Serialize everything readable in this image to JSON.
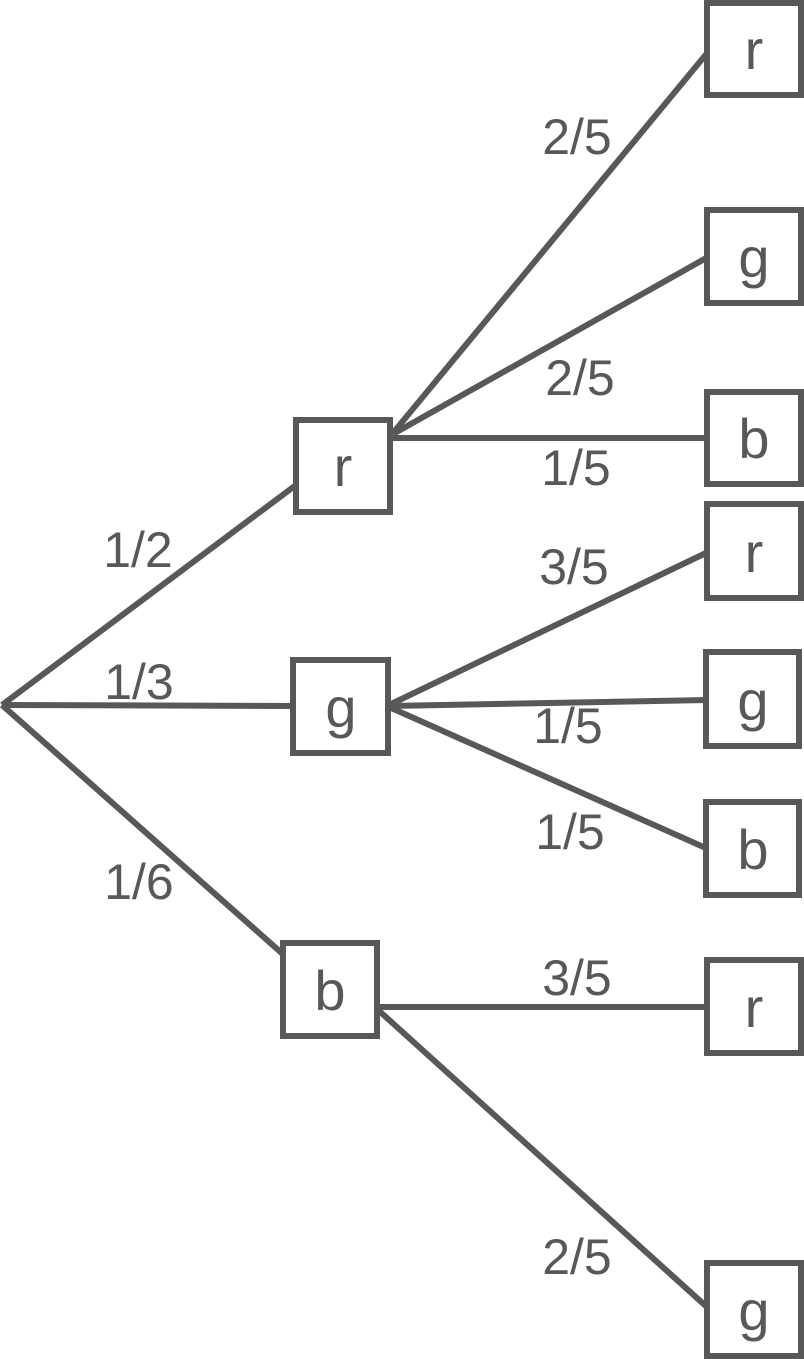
{
  "diagram": {
    "kind": "probability-tree",
    "colors": {
      "stroke": "#58585a",
      "text": "#58585a",
      "node_fill": "#ffffff",
      "background": "#ffffff"
    },
    "tree": {
      "branches": [
        {
          "label": "r",
          "probability": "1/2",
          "children": [
            {
              "label": "r",
              "probability": "2/5"
            },
            {
              "label": "g",
              "probability": "2/5"
            },
            {
              "label": "b",
              "probability": "1/5"
            }
          ]
        },
        {
          "label": "g",
          "probability": "1/3",
          "children": [
            {
              "label": "r",
              "probability": "3/5"
            },
            {
              "label": "g",
              "probability": "1/5"
            },
            {
              "label": "b",
              "probability": "1/5"
            }
          ]
        },
        {
          "label": "b",
          "probability": "1/6",
          "children": [
            {
              "label": "r",
              "probability": "3/5"
            },
            {
              "label": "g",
              "probability": "2/5"
            }
          ]
        }
      ]
    }
  }
}
